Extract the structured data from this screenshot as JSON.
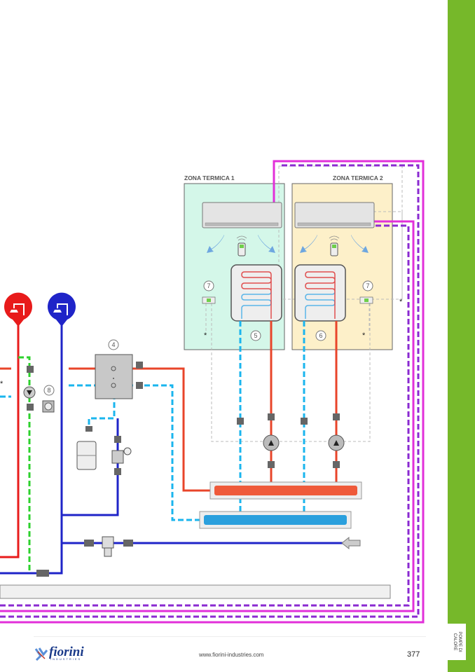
{
  "diagram": {
    "zones": [
      {
        "label": "ZONA TERMICA 1",
        "fill": "#d4f7e9"
      },
      {
        "label": "ZONA TERMICA 2",
        "fill": "#fdf0c9"
      }
    ],
    "callouts": [
      "4",
      "5",
      "6",
      "7",
      "7",
      "8"
    ],
    "asterisk": "*",
    "pipe_colors": {
      "hot_water": "#e8452a",
      "cold_water": "#1f24c8",
      "chilled_dashed": "#1ab5ee",
      "recirculation": "#2dd12d",
      "refrigerant": "#e22fd9",
      "refrigerant_dashed": "#8a2ad1",
      "dhw_hot_tap": "#e81b1b",
      "dhw_cold_tap": "#1f24c8"
    }
  },
  "sidebar": {
    "tab_label_line1": "POMPE DI",
    "tab_label_line2": "CALORE",
    "color": "#76b82a"
  },
  "footer": {
    "logo_word": "fiorini",
    "logo_sub": "INDUSTRIES",
    "url": "www.fiorini-industries.com",
    "page_number": "377"
  }
}
